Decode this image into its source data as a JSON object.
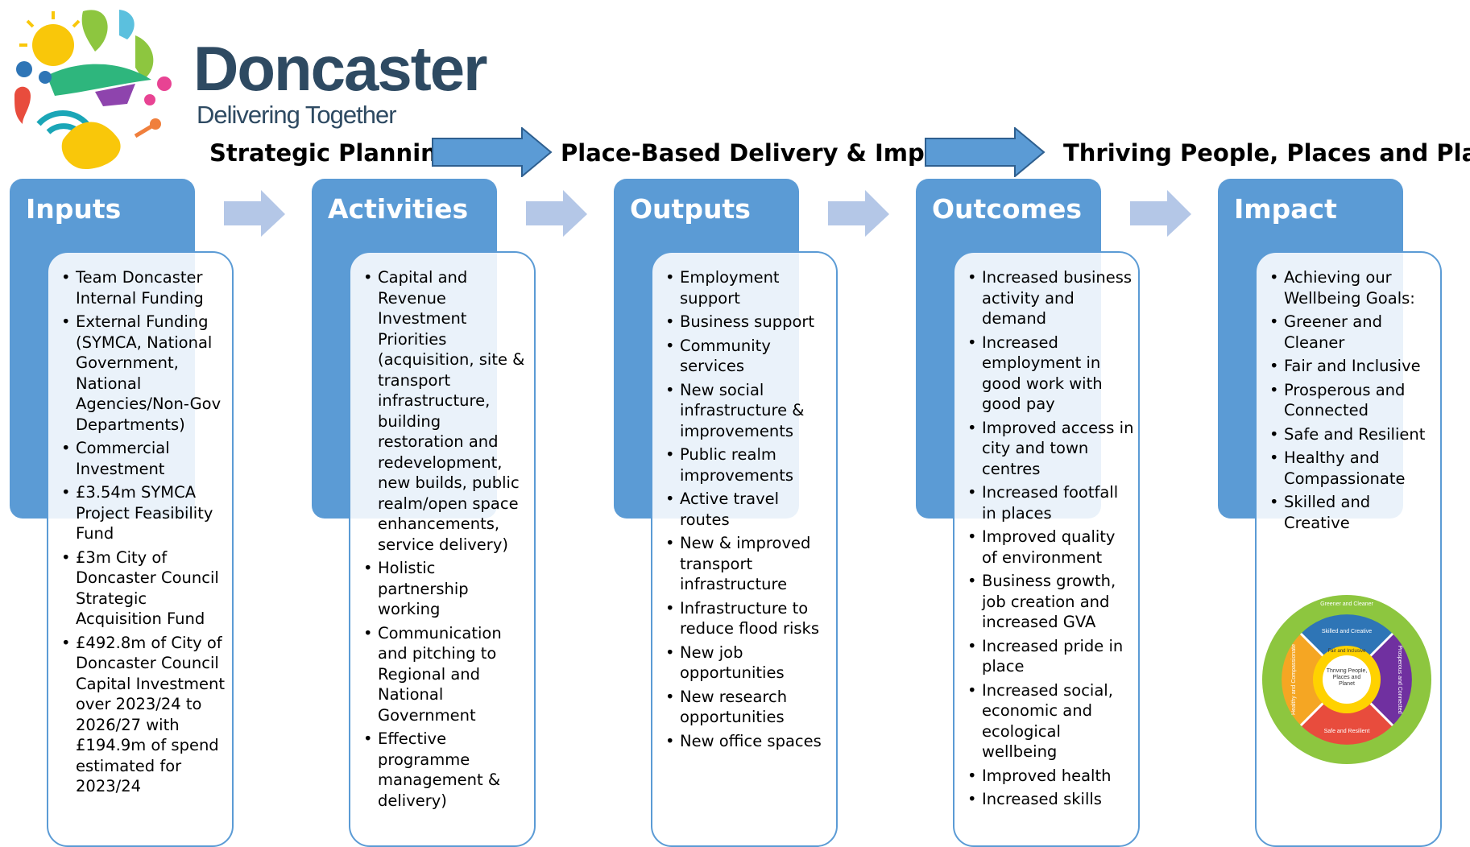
{
  "brand": {
    "name": "Doncaster",
    "tagline": "Delivering Together"
  },
  "stages": [
    {
      "label": "Strategic Planning"
    },
    {
      "label": "Place-Based Delivery & Impact"
    },
    {
      "label": "Thriving People, Places and Planet"
    }
  ],
  "colors": {
    "accent": "#5b9bd5",
    "arrow_light": "#b4c7e7",
    "brand_text": "#2e4a62"
  },
  "columns": [
    {
      "title": "Inputs",
      "items": [
        "Team Doncaster Internal Funding",
        "External Funding (SYMCA, National Government, National Agencies/Non-Gov Departments)",
        "Commercial Investment",
        "£3.54m SYMCA Project Feasibility Fund",
        "£3m City of Doncaster Council Strategic Acquisition Fund",
        "£492.8m of City of Doncaster Council Capital Investment over 2023/24 to 2026/27 with £194.9m of spend estimated for 2023/24"
      ]
    },
    {
      "title": "Activities",
      "items": [
        "Capital and Revenue Investment Priorities (acquisition, site & transport infrastructure, building restoration and redevelopment, new builds, public realm/open space enhancements, service delivery)",
        "Holistic partnership working",
        "Communication and pitching to Regional and National Government",
        "Effective programme management & delivery)"
      ]
    },
    {
      "title": "Outputs",
      "items": [
        "Employment support",
        "Business support",
        "Community services",
        "New social infrastructure & improvements",
        "Public realm improvements",
        "Active travel routes",
        "New & improved transport infrastructure",
        "Infrastructure to reduce flood risks",
        "New job opportunities",
        "New research opportunities",
        "New office spaces"
      ]
    },
    {
      "title": "Outcomes",
      "items": [
        "Increased business activity and demand",
        "Increased employment in good work with good pay",
        "Improved access in city and town centres",
        "Increased footfall in places",
        "Improved quality of environment",
        "Business growth, job creation and increased GVA",
        "Increased pride in place",
        "Increased social, economic and ecological wellbeing",
        "Improved health",
        "Increased skills"
      ]
    },
    {
      "title": "Impact",
      "items": [
        "Achieving our Wellbeing Goals:",
        "Greener and Cleaner",
        "Fair and Inclusive",
        "Prosperous and Connected",
        "Safe and Resilient",
        "Healthy and Compassionate",
        "Skilled and Creative"
      ]
    }
  ],
  "wheel": {
    "outer_label": "Greener and Cleaner",
    "segments": [
      {
        "label": "Skilled and Creative",
        "color": "#2e75b6"
      },
      {
        "label": "Prosperous and Connected",
        "color": "#7030a0"
      },
      {
        "label": "Safe and Resilient",
        "color": "#e84c3d"
      },
      {
        "label": "Healthy and Compassionate",
        "color": "#f5a623"
      }
    ],
    "inner_label": "Fair and Inclusive",
    "center_label": "Thriving People, Places and Planet",
    "outer_color": "#8dc63f",
    "inner_color": "#ffd200"
  }
}
